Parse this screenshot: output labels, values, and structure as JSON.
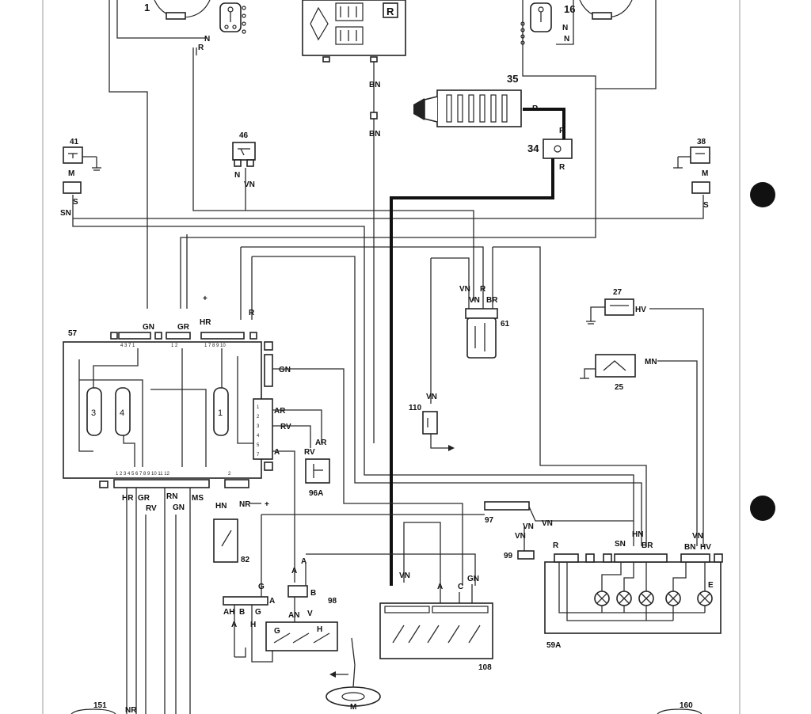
{
  "labels": {
    "c1": "1",
    "c16": "16",
    "c35": "35",
    "c34": "34",
    "c41": "41",
    "c46": "46",
    "c38": "38",
    "c57": "57",
    "c61": "61",
    "c27": "27",
    "c25": "25",
    "c110": "110",
    "c96a": "96A",
    "c82": "82",
    "c97": "97",
    "c99": "99",
    "c98": "98",
    "c108": "108",
    "c59a": "59A",
    "c151": "151",
    "c160": "160",
    "relay_r": "R",
    "fuse3": "3",
    "fuse4": "4",
    "fuse1": "1",
    "e": "E",
    "m": "M"
  },
  "wires": {
    "bn": "BN",
    "r": "R",
    "n": "N",
    "vn": "VN",
    "m": "M",
    "s": "S",
    "sn": "SN",
    "gn": "GN",
    "gr": "GR",
    "hr": "HR",
    "ar": "AR",
    "rv": "RV",
    "a": "A",
    "rn": "RN",
    "ms": "MS",
    "nr": "NR",
    "br": "BR",
    "hv": "HV",
    "mn": "MN",
    "c": "C",
    "b": "B",
    "h": "H",
    "g": "G",
    "v": "V",
    "an": "AN",
    "ah": "AH",
    "hn": "HN",
    "plus": "+"
  },
  "colors": {
    "ink": "#222222",
    "paper": "#ffffff",
    "dot": "#111111"
  }
}
